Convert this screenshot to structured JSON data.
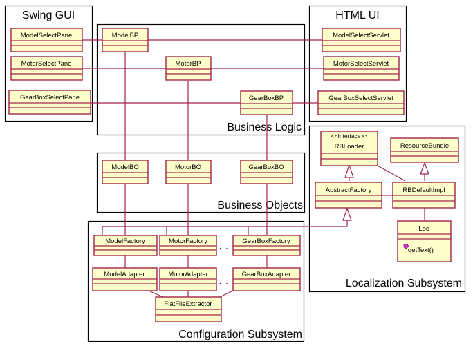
{
  "packages": {
    "swing_gui": "Swing GUI",
    "html_ui": "HTML UI",
    "business_logic": "Business Logic",
    "business_objects": "Business Objects",
    "configuration": "Configuration  Subsystem",
    "localization": "Localization Subsystem"
  },
  "classes": {
    "model_select_pane": "ModelSelectPane",
    "motor_select_pane": "MotorSelectPane",
    "gearbox_select_pane": "GearBoxSelectPane",
    "model_bp": "ModelBP",
    "motor_bp": "MotorBP",
    "gearbox_bp": "GearBoxBP",
    "model_select_servlet": "ModelSelectServlet",
    "motor_select_servlet": "MotorSelectServlet",
    "gearbox_select_servlet": "GearBoxSelectServlet",
    "model_bo": "ModelBO",
    "motor_bo": "MotorBO",
    "gearbox_bo": "GearBoxBO",
    "model_factory": "ModelFactory",
    "motor_factory": "MotorFactory",
    "gearbox_factory": "GearBoxFactory",
    "model_adapter": "ModelAdapter",
    "motor_adapter": "MotorAdapter",
    "gearbox_adapter": "GearBoxAdapter",
    "flat_file_extractor": "FlatFileExtractor",
    "rb_loader_stereotype": "<<Interface>>",
    "rb_loader": "RBLoader",
    "resource_bundle": "ResourceBundle",
    "abstract_factory": "AbstractFactory",
    "rb_default_impl": "RBDefaultImpl",
    "loc": "Loc",
    "loc_operation": "getText()"
  },
  "ellipsis": ". . ."
}
